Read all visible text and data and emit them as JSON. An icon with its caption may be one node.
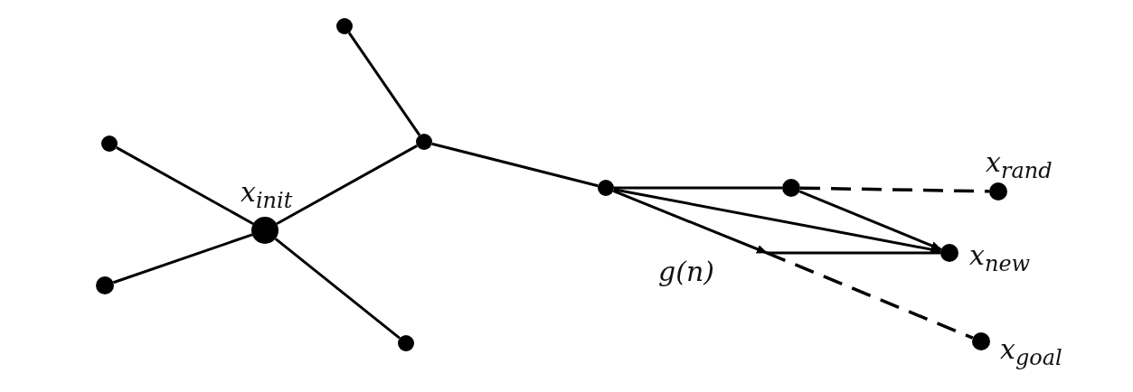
{
  "diagram": {
    "nodes": [
      {
        "text": [],
        "shape": "circle"
      },
      {
        "text": [],
        "shape": "circle"
      },
      {
        "text": [],
        "shape": "circle",
        "beside": [
          "x$_{init}$"
        ]
      },
      {
        "text": [],
        "shape": "circle"
      },
      {
        "text": [],
        "shape": "circle"
      },
      {
        "text": [],
        "shape": "circle"
      },
      {
        "text": [],
        "shape": "circle"
      },
      {
        "text": [],
        "shape": "circle"
      },
      {
        "text": [],
        "shape": "circle",
        "beside": [
          "x$_{rand}$"
        ]
      },
      {
        "text": [
          "g(n)"
        ]
      },
      {
        "text": [],
        "shape": "circle",
        "beside": [
          "x$_{new}$"
        ]
      },
      {
        "text": [],
        "shape": "circle",
        "beside": [
          "x$_{goal}$"
        ]
      }
    ],
    "edges": [
      {
        "from": 0,
        "to": 3,
        "arrow": "none"
      },
      {
        "from": 3,
        "to": 2,
        "arrow": "none"
      },
      {
        "from": 1,
        "to": 2,
        "arrow": "none"
      },
      {
        "from": 2,
        "to": 4,
        "arrow": "none"
      },
      {
        "from": 2,
        "to": 5,
        "arrow": "none"
      },
      {
        "from": 3,
        "to": 6,
        "arrow": "none"
      },
      {
        "from": 6,
        "to": 7,
        "arrow": "none"
      },
      {
        "from": 7,
        "to": 8,
        "arrow": "none",
        "style": "dashed"
      },
      {
        "from": 7,
        "to": 10,
        "arrow": "to"
      },
      {
        "from": 6,
        "to": 10,
        "arrow": "to"
      },
      {
        "from": 6,
        "to": 9,
        "arrow": "to"
      },
      {
        "from": 9,
        "to": 10,
        "arrow": "none"
      },
      {
        "from": 9,
        "to": 11,
        "arrow": "none",
        "style": "dashed"
      }
    ]
  }
}
